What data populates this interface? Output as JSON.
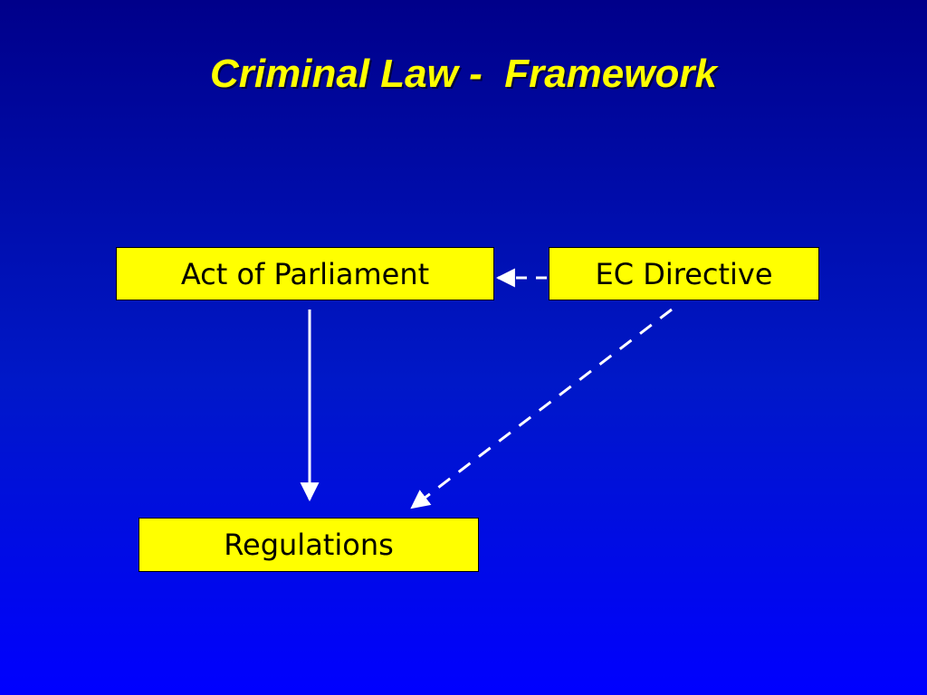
{
  "slide": {
    "title": "Criminal Law -  Framework"
  },
  "diagram": {
    "nodes": {
      "act": {
        "label": "Act of Parliament"
      },
      "ec": {
        "label": "EC Directive"
      },
      "regulations": {
        "label": "Regulations"
      }
    },
    "edges": [
      {
        "from": "ec",
        "to": "act",
        "style": "dashed"
      },
      {
        "from": "act",
        "to": "regulations",
        "style": "solid"
      },
      {
        "from": "ec",
        "to": "regulations",
        "style": "dashed"
      }
    ]
  },
  "colors": {
    "background_top": "#00008a",
    "background_bottom": "#0000ff",
    "title_text": "#ffff00",
    "box_fill": "#ffff00",
    "box_text": "#000000",
    "arrow": "#ffffff"
  }
}
